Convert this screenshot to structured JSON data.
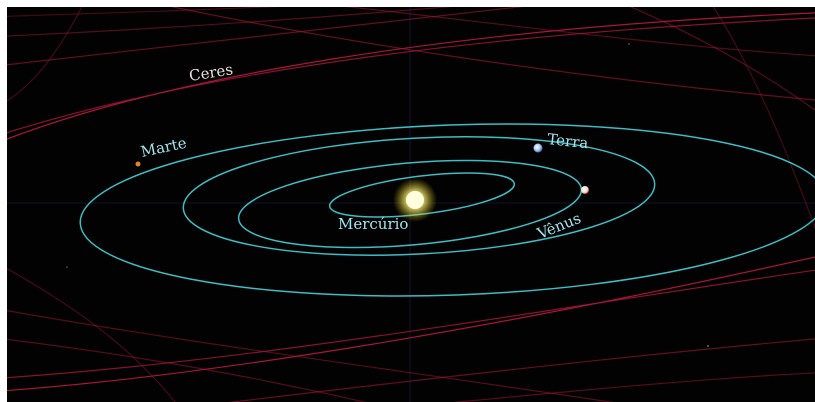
{
  "labels": {
    "ceres": "Ceres",
    "mars": "Marte",
    "earth": "Terra",
    "mercury": "Mercúrio",
    "venus": "Vênus"
  },
  "colors": {
    "background": "#020202",
    "orbit": "#3fbcc4",
    "asteroid_orbit": "#b01a3c",
    "sun": "#ffffcc",
    "label_text": "#9fe6ee",
    "ceres_label": "#e9dede"
  }
}
